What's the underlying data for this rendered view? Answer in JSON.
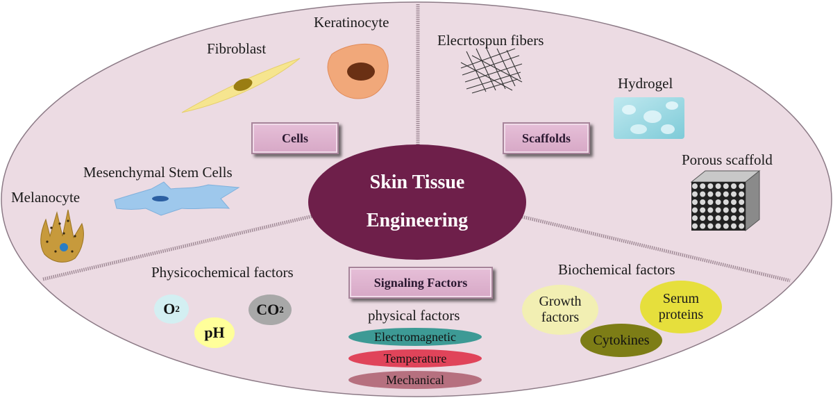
{
  "center": {
    "line1": "Skin Tissue",
    "line2": "Engineering"
  },
  "sections": {
    "cells": "Cells",
    "scaffolds": "Scaffolds",
    "signaling": "Signaling Factors"
  },
  "cells_items": {
    "keratinocyte": "Keratinocyte",
    "fibroblast": "Fibroblast",
    "msc": "Mesenchymal Stem Cells",
    "melanocyte": "Melanocyte"
  },
  "scaffold_items": {
    "electrospun": "Elecrtospun fibers",
    "hydrogel": "Hydrogel",
    "porous": "Porous scaffold"
  },
  "physicochemical": {
    "title": "Physicochemical factors",
    "o2": "O",
    "o2_sub": "2",
    "co2": "CO",
    "co2_sub": "2",
    "ph": "pH"
  },
  "physical": {
    "title": "physical factors",
    "items": [
      "Electromagnetic",
      "Temperature",
      "Mechanical"
    ]
  },
  "biochemical": {
    "title": "Biochemical factors",
    "growth_line1": "Growth",
    "growth_line2": "factors",
    "serum_line1": "Serum",
    "serum_line2": "proteins",
    "cytokines": "Cytokines"
  },
  "colors": {
    "background_ellipse": "#ecdbe3",
    "center": "#6e1f4a",
    "electromagnetic": "#3d9a95",
    "temperature": "#e0445a",
    "mechanical": "#b6707f",
    "growth": "#f2efb3",
    "serum": "#e6df3c",
    "cytokines": "#7d7d16",
    "o2": "#d3eff2",
    "ph": "#ffff9a",
    "co2": "#a8a8a8"
  }
}
